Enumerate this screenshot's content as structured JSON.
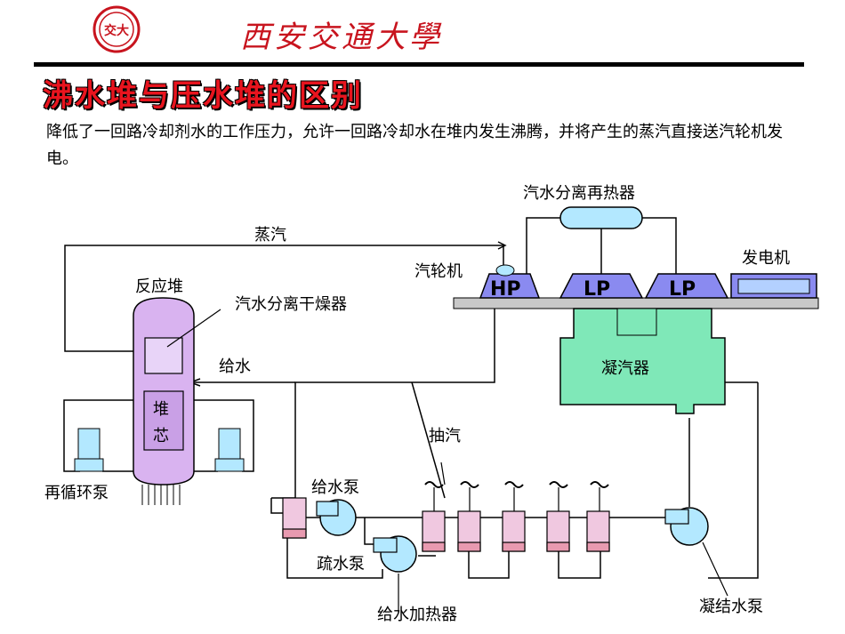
{
  "header": {
    "university_name": "西安交通大學",
    "logo_text": "交大",
    "title": "沸水堆与压水堆的区别",
    "description": "降低了一回路冷却剂水的工作压力，允许一回路冷却水在堆内发生沸腾，并将产生的蒸汽直接送汽轮机发电。"
  },
  "labels": {
    "steam": "蒸汽",
    "reactor": "反应堆",
    "steam_separator_dryer": "汽水分离干燥器",
    "feedwater": "给水",
    "core_top": "堆",
    "core_bottom": "芯",
    "recirc_pump": "再循环泵",
    "moisture_separator_reheater": "汽水分离再热器",
    "turbine": "汽轮机",
    "hp": "HP",
    "lp1": "LP",
    "lp2": "LP",
    "generator": "发电机",
    "condenser": "凝汽器",
    "extraction_steam": "抽汽",
    "feed_pump": "给水泵",
    "drain_pump": "疏水泵",
    "feed_heater": "给水加热器",
    "condensate_pump": "凝结水泵"
  },
  "colors": {
    "accent": "#c8141e",
    "title_red": "#e8141e",
    "reactor_fill": "#d9b3f0",
    "core_fill": "#c9a0e6",
    "turbine_fill": "#8a8af0",
    "pump_fill": "#b3e8ff",
    "condenser_fill": "#7fe8b8",
    "heater_fill": "#f0c8e0"
  },
  "icons": {
    "logo": "university-seal-icon",
    "extraction_steam": "steam-wave-icon"
  }
}
